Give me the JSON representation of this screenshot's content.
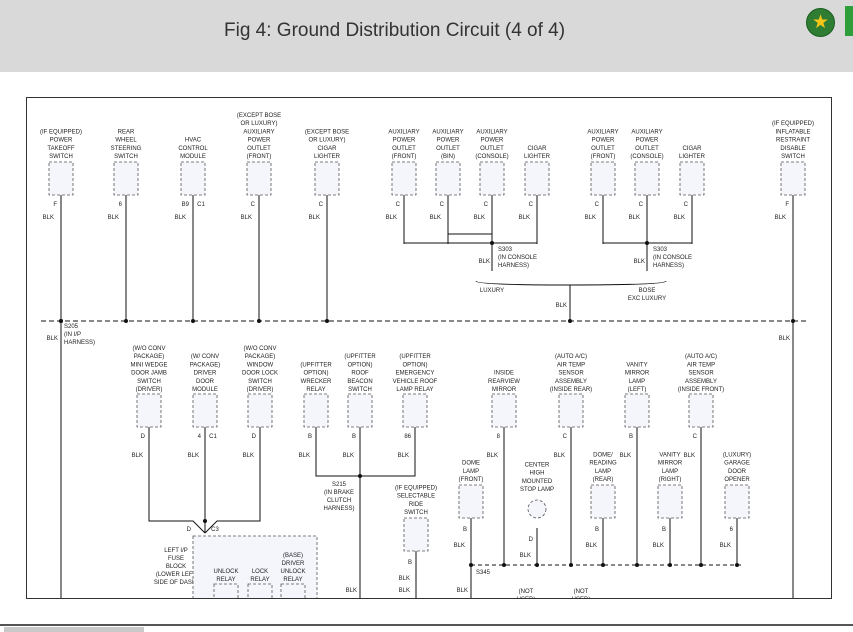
{
  "title": "Fig 4: Ground Distribution Circuit (4 of 4)",
  "icons": {
    "favorite": "star-icon",
    "accent": "#2e7d32"
  },
  "wire_color": "BLK",
  "top_components": [
    {
      "lines": [
        "(IF EQUIPPED)",
        "POWER",
        "TAKEOFF",
        "SWITCH"
      ],
      "pin": "F"
    },
    {
      "lines": [
        "REAR",
        "WHEEL",
        "STEERING",
        "SWITCH"
      ],
      "pin": "6"
    },
    {
      "lines": [
        "HVAC",
        "CONTROL",
        "MODULE"
      ],
      "pin": "B9",
      "conn": "C1"
    },
    {
      "lines": [
        "(EXCEPT BOSE",
        "OR LUXURY)",
        "AUXILIARY",
        "POWER",
        "OUTLET",
        "(FRONT)"
      ],
      "pin": "C"
    },
    {
      "lines": [
        "(EXCEPT BOSE",
        "OR LUXURY)",
        "CIGAR",
        "LIGHTER"
      ],
      "pin": "C"
    },
    {
      "lines": [
        "AUXILIARY",
        "POWER",
        "OUTLET",
        "(FRONT)"
      ],
      "pin": "C"
    },
    {
      "lines": [
        "AUXILIARY",
        "POWER",
        "OUTLET",
        "(BIN)"
      ],
      "pin": "C"
    },
    {
      "lines": [
        "AUXILIARY",
        "POWER",
        "OUTLET",
        "(CONSOLE)"
      ],
      "pin": "C"
    },
    {
      "lines": [
        "CIGAR",
        "LIGHTER"
      ],
      "pin": "C"
    },
    {
      "lines": [
        "AUXILIARY",
        "POWER",
        "OUTLET",
        "(FRONT)"
      ],
      "pin": "C"
    },
    {
      "lines": [
        "AUXILIARY",
        "POWER",
        "OUTLET",
        "(CONSOLE)"
      ],
      "pin": "C"
    },
    {
      "lines": [
        "CIGAR",
        "LIGHTER"
      ],
      "pin": "C"
    },
    {
      "lines": [
        "(IF EQUIPPED)",
        "INFLATABLE",
        "RESTRAINT",
        "DISABLE",
        "SWITCH"
      ],
      "pin": "F"
    }
  ],
  "splices": {
    "s303_left": {
      "id": "S303",
      "lines": [
        "(IN CONSOLE",
        "HARNESS)"
      ]
    },
    "s303_right": {
      "id": "S303",
      "lines": [
        "(IN CONSOLE",
        "HARNESS)"
      ]
    },
    "s205": {
      "id": "S205",
      "lines": [
        "(IN I/P",
        "HARNESS)"
      ]
    },
    "s215": {
      "id": "S215",
      "lines": [
        "(IN BRAKE",
        "CLUTCH",
        "HARNESS)"
      ]
    },
    "s345": {
      "id": "S345"
    }
  },
  "options": {
    "luxury": "LUXURY",
    "bose": [
      "BOSE",
      "EXC LUXURY"
    ]
  },
  "mid_components": [
    {
      "lines": [
        "(W/O CONV",
        "PACKAGE)",
        "MINI WEDGE",
        "DOOR JAMB",
        "SWITCH",
        "(DRIVER)"
      ],
      "pin": "D"
    },
    {
      "lines": [
        "(W/ CONV",
        "PACKAGE)",
        "DRIVER",
        "DOOR",
        "MODULE"
      ],
      "pin": "4",
      "conn": "C1"
    },
    {
      "lines": [
        "(W/O CONV",
        "PACKAGE)",
        "WINDOW",
        "DOOR LOCK",
        "SWITCH",
        "(DRIVER)"
      ],
      "pin": "D"
    },
    {
      "lines": [
        "(UPFITTER",
        "OPTION)",
        "WRECKER",
        "RELAY"
      ],
      "pin": "B"
    },
    {
      "lines": [
        "(UPFITTER",
        "OPTION)",
        "ROOF",
        "BEACON",
        "SWITCH"
      ],
      "pin": "B"
    },
    {
      "lines": [
        "(UPFITTER",
        "OPTION)",
        "EMERGENCY",
        "VEHICLE ROOF",
        "LAMP RELAY"
      ],
      "pin": "86"
    },
    {
      "lines": [
        "INSIDE",
        "REARVIEW",
        "MIRROR"
      ],
      "pin": "8"
    },
    {
      "lines": [
        "(AUTO A/C)",
        "AIR TEMP",
        "SENSOR",
        "ASSEMBLY",
        "(INSIDE REAR)"
      ],
      "pin": "C"
    },
    {
      "lines": [
        "VANITY",
        "MIRROR",
        "LAMP",
        "(LEFT)"
      ],
      "pin": "B"
    },
    {
      "lines": [
        "(AUTO A/C)",
        "AIR TEMP",
        "SENSOR",
        "ASSEMBLY",
        "(INSIDE FRONT)"
      ],
      "pin": "C"
    }
  ],
  "low_components": [
    {
      "lines": [
        "DOME",
        "LAMP",
        "(FRONT)"
      ],
      "pin": "B"
    },
    {
      "lines": [
        "CENTER",
        "HIGH",
        "MOUNTED",
        "STOP LAMP"
      ],
      "pin": "D"
    },
    {
      "lines": [
        "DOME/",
        "READING",
        "LAMP",
        "(REAR)"
      ],
      "pin": "B"
    },
    {
      "lines": [
        "VANITY",
        "MIRROR",
        "LAMP",
        "(RIGHT)"
      ],
      "pin": "B"
    },
    {
      "lines": [
        "(LUXURY)",
        "GARAGE",
        "DOOR",
        "OPENER"
      ],
      "pin": "6"
    },
    {
      "lines": [
        "(IF EQUIPPED)",
        "SELECTABLE",
        "RIDE",
        "SWITCH"
      ],
      "pin": "B"
    }
  ],
  "fuse_block": {
    "lines": [
      "LEFT I/P",
      "FUSE",
      "BLOCK",
      "(LOWER LEFT",
      "SIDE OF DASH)"
    ],
    "pin": "D",
    "conn": "C3"
  },
  "relays": [
    {
      "lines": [
        "UNLOCK",
        "RELAY"
      ]
    },
    {
      "lines": [
        "LOCK",
        "RELAY"
      ]
    },
    {
      "lines": [
        "(BASE)",
        "DRIVER",
        "UNLOCK",
        "RELAY"
      ]
    }
  ],
  "not_used": [
    "(NOT",
    "USED)"
  ]
}
